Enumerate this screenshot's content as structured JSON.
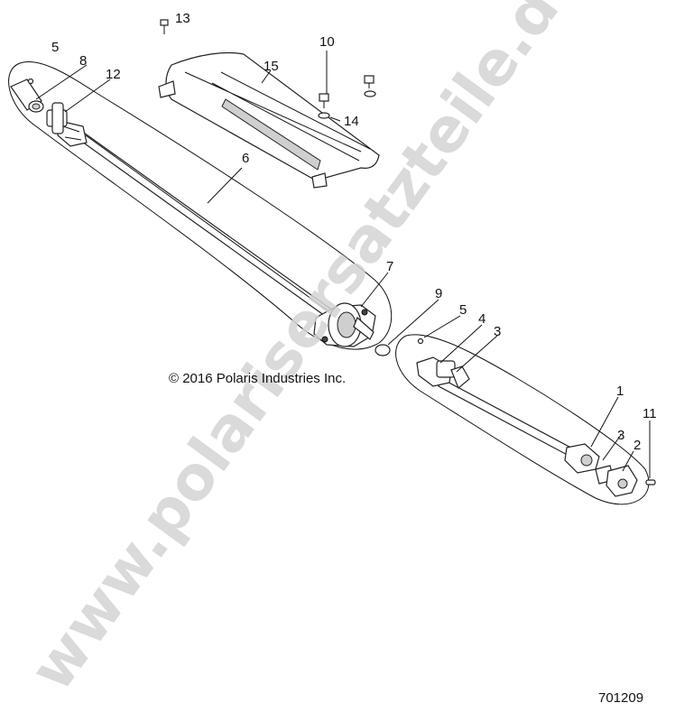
{
  "diagram": {
    "callouts": {
      "c13": "13",
      "c10": "10",
      "c15": "15",
      "c14": "14",
      "c5a": "5",
      "c8": "8",
      "c12": "12",
      "c6": "6",
      "c7": "7",
      "c9": "9",
      "c5b": "5",
      "c4": "4",
      "c3a": "3",
      "c1": "1",
      "c3b": "3",
      "c2": "2",
      "c11": "11"
    },
    "copyright": "© 2016 Polaris Industries Inc.",
    "drawing_number": "701209",
    "watermark": "www.polarisersatzteile.de"
  }
}
